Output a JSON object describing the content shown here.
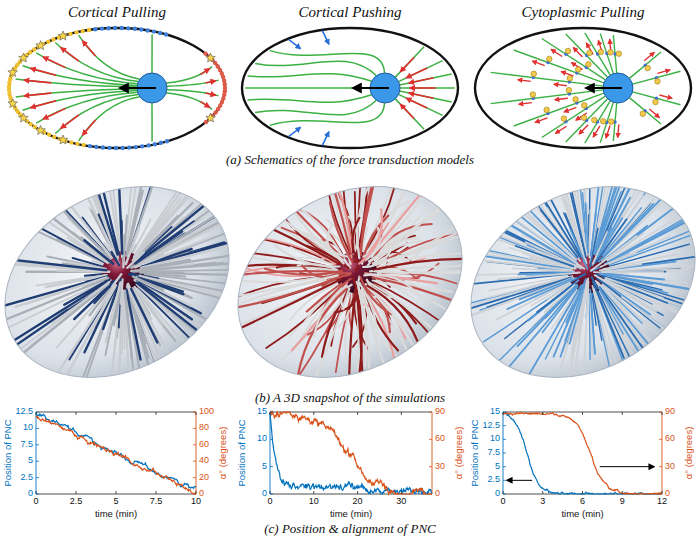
{
  "diagram": {
    "labels": [
      "Cortical Pulling",
      "Cortical Pushing",
      "Cytoplasmic Pulling",
      "(a) Schematics of the force transduction models",
      "(b) A 3D snapshot of the simulations",
      "(c) Position & alignment of PNC",
      "Position of PNC",
      "α° (degrees)",
      "time (min)",
      "0",
      "2.5",
      "5",
      "7.5",
      "10",
      "12.5",
      "0",
      "20",
      "40",
      "60",
      "80",
      "100",
      "0",
      "2.5",
      "5",
      "7.5",
      "10",
      "Position of PNC",
      "α° (degrees)",
      "time (min)",
      "0",
      "5",
      "10",
      "15",
      "0",
      "30",
      "60",
      "90",
      "0",
      "10",
      "20",
      "30",
      "Position of PNC",
      "α° (degrees)",
      "time (min)",
      "0",
      "2.5",
      "5",
      "7.5",
      "10",
      "12.5",
      "15",
      "0",
      "30",
      "60",
      "90",
      "0",
      "3",
      "6",
      "9",
      "12"
    ]
  }
}
